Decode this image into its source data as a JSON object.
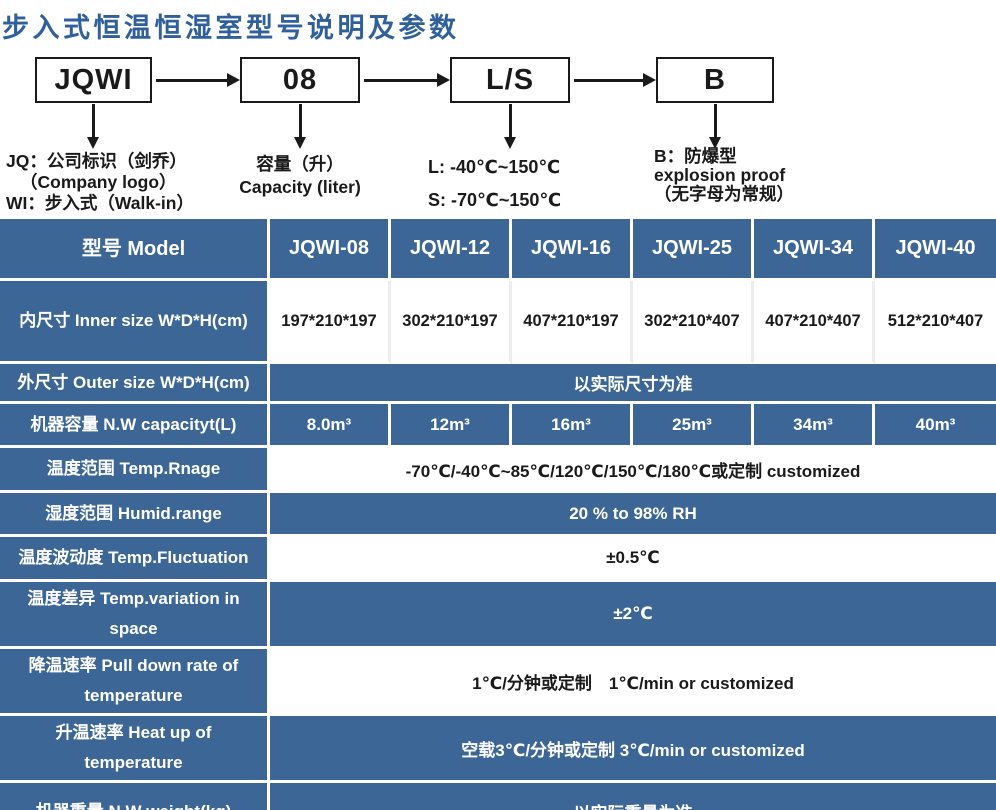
{
  "page": {
    "title": "步入式恒温恒湿室型号说明及参数"
  },
  "colors": {
    "primary_blue": "#3b6695",
    "title_blue": "#2f609c",
    "diagram_ink": "#1a1a1a"
  },
  "diagram": {
    "boxes": [
      {
        "label": "JQWI",
        "note_lines": [
          "JQ：公司标识（剑乔）",
          "（Company logo）",
          "WI：步入式（Walk-in）"
        ]
      },
      {
        "label": "08",
        "note_lines": [
          "容量（升）",
          "Capacity (liter)"
        ]
      },
      {
        "label": "L/S",
        "note_lines": [
          "L: -40℃~150℃",
          "S: -70℃~150℃"
        ]
      },
      {
        "label": "B",
        "note_lines": [
          "B：防爆型",
          "explosion proof",
          "（无字母为常规）"
        ]
      }
    ]
  },
  "table": {
    "header": {
      "model_label": "型号 Model",
      "models": [
        "JQWI-08",
        "JQWI-12",
        "JQWI-16",
        "JQWI-25",
        "JQWI-34",
        "JQWI-40"
      ]
    },
    "rows": [
      {
        "label": "内尺寸 Inner size W*D*H(cm)",
        "values": [
          "197*210*197",
          "302*210*197",
          "407*210*197",
          "302*210*407",
          "407*210*407",
          "512*210*407"
        ]
      },
      {
        "label": "外尺寸 Outer size W*D*H(cm)",
        "merged": "以实际尺寸为准"
      },
      {
        "label": "机器容量 N.W capacityt(L)",
        "values": [
          "8.0m³",
          "12m³",
          "16m³",
          "25m³",
          "34m³",
          "40m³"
        ]
      },
      {
        "label": "温度范围 Temp.Rnage",
        "merged": "-70℃/-40℃~85℃/120℃/150℃/180℃或定制 customized"
      },
      {
        "label": "湿度范围 Humid.range",
        "merged": "20 % to 98% RH"
      },
      {
        "label": "温度波动度 Temp.Fluctuation",
        "merged": "±0.5℃"
      },
      {
        "label": "温度差异 Temp.variation in space",
        "merged": "±2℃"
      },
      {
        "label": "降温速率 Pull down rate of temperature",
        "merged": "1℃/分钟或定制　1℃/min or customized"
      },
      {
        "label": "升温速率 Heat up of temperature",
        "merged": "空载3℃/分钟或定制 3℃/min or customized"
      },
      {
        "label": "机器重量 N.W weight(kg)",
        "merged": "以实际重量为准"
      }
    ]
  }
}
